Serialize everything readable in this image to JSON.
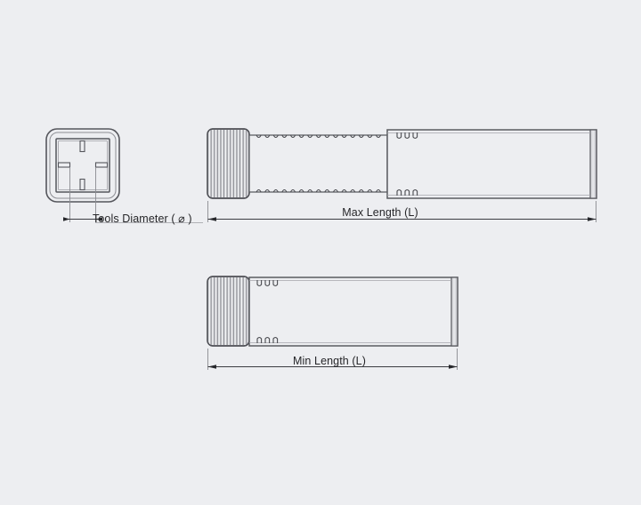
{
  "page": {
    "background_color": "#edeef1",
    "title": "Tool dimension technical drawing",
    "line_color": "#5a5b61",
    "text_color": "#262629"
  },
  "drawing": {
    "type": "technical-line-drawing",
    "views": [
      {
        "name": "cross-section-view",
        "description": "Square end-on cross section of tool with rounded corners and four internal tabs",
        "dimension": {
          "name": "tools-diameter",
          "label": "Tools Diameter ( ⌀ )",
          "symbol": "⌀"
        }
      },
      {
        "name": "max-length-view",
        "description": "Side view of extended tool: knurled grip, serrated shaft, larger barrel section",
        "dimension": {
          "name": "max-length",
          "label": "Max Length (L)",
          "symbol": "L"
        }
      },
      {
        "name": "min-length-view",
        "description": "Side view of retracted tool: knurled grip and barrel section",
        "dimension": {
          "name": "min-length",
          "label": "Min Length (L)",
          "symbol": "L"
        }
      }
    ]
  },
  "labels": {
    "tools_diameter": "Tools Diameter ( ⌀ )",
    "max_length": "Max Length (L)",
    "min_length": "Min Length (L)"
  }
}
